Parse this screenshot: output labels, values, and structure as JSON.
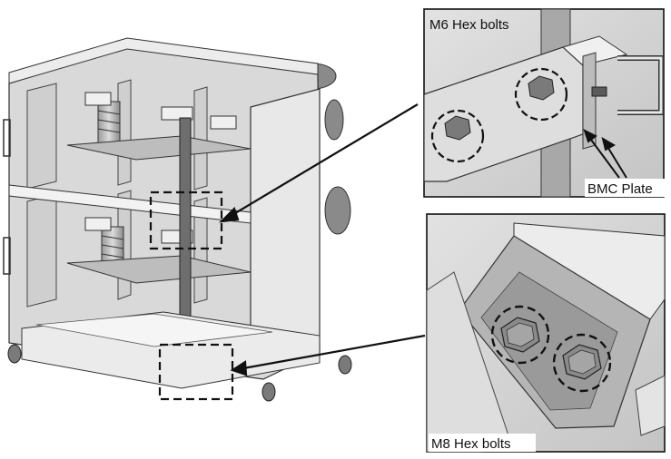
{
  "callouts": {
    "top_inset_label": "M6 Hex bolts",
    "plate_label": "BMC Plate",
    "bottom_inset_label": "M8 Hex bolts"
  },
  "colors": {
    "frame": "#b9b9b9",
    "panel": "#d6d6d6",
    "dark_metal": "#6e6e6e",
    "outline": "#222222",
    "inset_border": "#111111"
  }
}
